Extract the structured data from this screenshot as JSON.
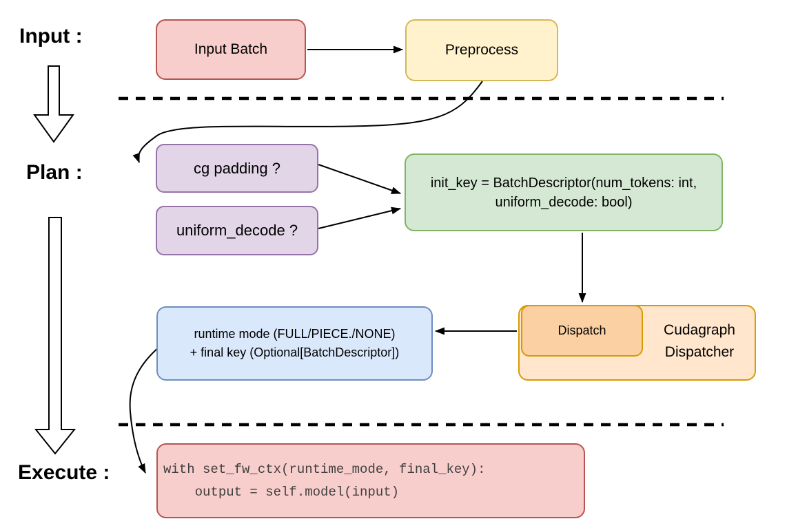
{
  "phase_labels": {
    "input": "Input :",
    "plan": "Plan :",
    "execute": "Execute :"
  },
  "boxes": {
    "input_batch": {
      "label": "Input Batch",
      "fill": "#f8cecc",
      "stroke": "#b85450"
    },
    "preprocess": {
      "label": "Preprocess",
      "fill": "#fff2cc",
      "stroke": "#d6b656"
    },
    "cg_padding": {
      "label": "cg padding ?",
      "fill": "#e1d5e7",
      "stroke": "#9673a6"
    },
    "uniform_decode": {
      "label": "uniform_decode ?",
      "fill": "#e1d5e7",
      "stroke": "#9673a6"
    },
    "init_key": {
      "line1": "init_key = BatchDescriptor(num_tokens: int,",
      "line2": "uniform_decode: bool)",
      "fill": "#d5e8d4",
      "stroke": "#82b366"
    },
    "dispatch": {
      "label": "Dispatch",
      "fill": "#fbd0a3",
      "stroke": "#d79b00"
    },
    "cudagraph_dispatcher": {
      "line1": "Cudagraph",
      "line2": "Dispatcher",
      "fill": "#ffe6cc",
      "stroke": "#d79b00"
    },
    "runtime_mode": {
      "line1": "runtime mode (FULL/PIECE./NONE)",
      "line2": "+ final key (Optional[BatchDescriptor])",
      "fill": "#dae8fc",
      "stroke": "#6c8ebf"
    },
    "execute_code": {
      "line1": "with set_fw_ctx(runtime_mode, final_key):",
      "line2": "    output = self.model(input)",
      "fill": "#f8cecc",
      "stroke": "#b85450",
      "text": "#3f3f3f"
    }
  },
  "edges": [
    {
      "from": "input_batch",
      "to": "preprocess"
    },
    {
      "from": "preprocess",
      "to": "cg_padding"
    },
    {
      "from": "cg_padding",
      "to": "init_key"
    },
    {
      "from": "uniform_decode",
      "to": "init_key"
    },
    {
      "from": "init_key",
      "to": "dispatch"
    },
    {
      "from": "dispatch",
      "to": "runtime_mode"
    },
    {
      "from": "runtime_mode",
      "to": "execute_code"
    }
  ],
  "colors": {
    "connector": "#000000",
    "background": "#ffffff",
    "phase_divider": "#000000"
  }
}
